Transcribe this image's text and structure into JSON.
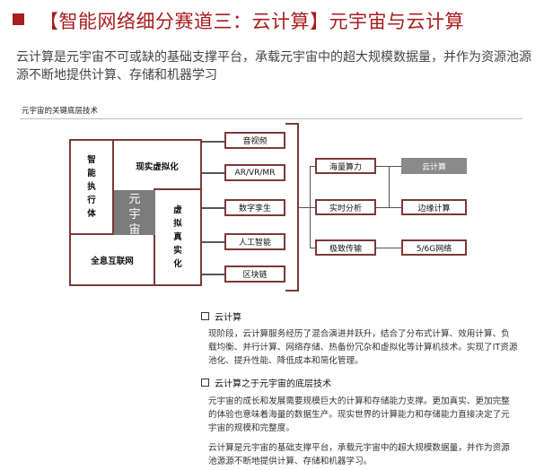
{
  "header": {
    "title": "【智能网络细分赛道三：云计算】元宇宙与云计算",
    "intro": "云计算是元宇宙不可或缺的基础支撑平台，承载元宇宙中的超大规模数据量，并作为资源池源源不断地提供计算、存储和机器学习"
  },
  "diagram": {
    "caption": "元宇宙的关键底层技术",
    "left": {
      "zhineng": "智能执行体",
      "xianshi": "现实虚拟化",
      "xuni": "虚拟真实化",
      "quanxi": "全息互联网",
      "core": "元宇宙"
    },
    "mid": [
      "音视频",
      "AR/VR/MR",
      "数字孪生",
      "人工智能",
      "区块链"
    ],
    "right_col1": [
      "海量算力",
      "实时分析",
      "极致传输"
    ],
    "right_col2": [
      "云计算",
      "边缘计算",
      "5/6G网络"
    ]
  },
  "section1": {
    "heading": "云计算",
    "para": "现阶段，云计算服务经历了混合演进并跃升，结合了分布式计算、效用计算、负载均衡、并行计算、网络存储、热备份冗杂和虚拟化等计算机技术。实现了IT资源池化、提升性能、降低成本和简化管理。"
  },
  "section2": {
    "heading": "云计算之于元宇宙的底层技术",
    "para1": "元宇宙的成长和发展需要规模巨大的计算和存储能力支撑。更加真实、更加完整的体验也意味着海量的数据生产。现实世界的计算能力和存储能力直接决定了元宇宙的规模和完整度。",
    "para2": "云计算是元宇宙的基础支撑平台，承载元宇宙中的超大规模数据量，并作为资源池源源不断地提供计算、存储和机器学习。"
  },
  "colors": {
    "accent": "#a81d1d",
    "frame": "#7a3a38",
    "highlight": "#8a8a8a"
  }
}
